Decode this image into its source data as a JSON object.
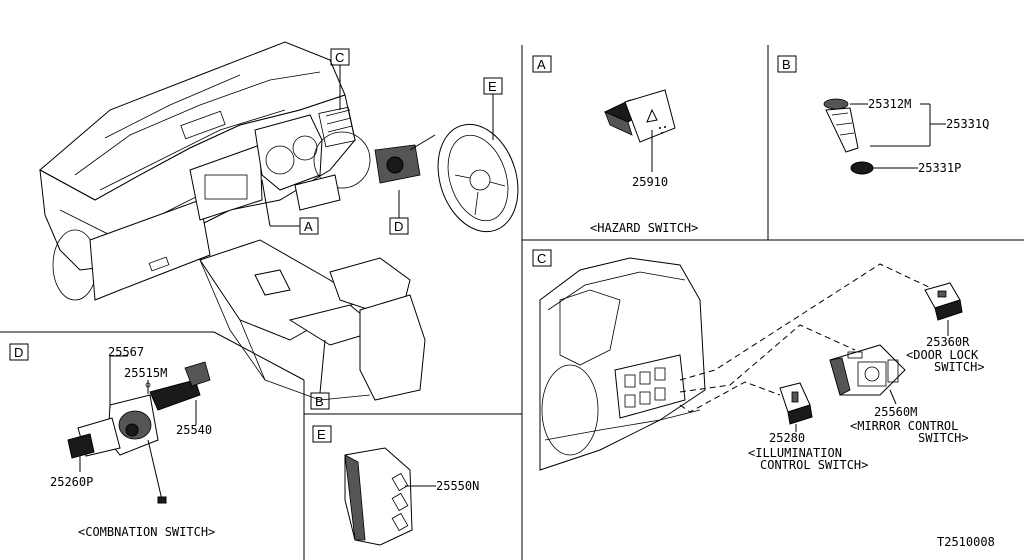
{
  "diagram_code": "T2510008",
  "panels": {
    "main": {
      "tags": {
        "C": "C",
        "E": "E",
        "A": "A",
        "D": "D",
        "B": "B"
      }
    },
    "A": {
      "letter": "A",
      "part": "25910",
      "caption": "<HAZARD SWITCH>"
    },
    "B": {
      "letter": "B",
      "parts": {
        "p1": "25312M",
        "p2": "25331Q",
        "p3": "25331P"
      }
    },
    "C": {
      "letter": "C",
      "parts": {
        "door_lock": {
          "number": "25360R",
          "line1": "<DOOR LOCK",
          "line2": "SWITCH>"
        },
        "mirror": {
          "number": "25560M",
          "line1": "<MIRROR CONTROL",
          "line2": "SWITCH>"
        },
        "illum": {
          "number": "25280",
          "line1": "<ILLUMINATION",
          "line2": "CONTROL SWITCH>"
        }
      }
    },
    "D": {
      "letter": "D",
      "parts": {
        "p1": "25567",
        "p2": "25515M",
        "p3": "25540",
        "p4": "25260P"
      },
      "caption": "<COMBNATION SWITCH>"
    },
    "E": {
      "letter": "E",
      "part": "25550N"
    }
  }
}
